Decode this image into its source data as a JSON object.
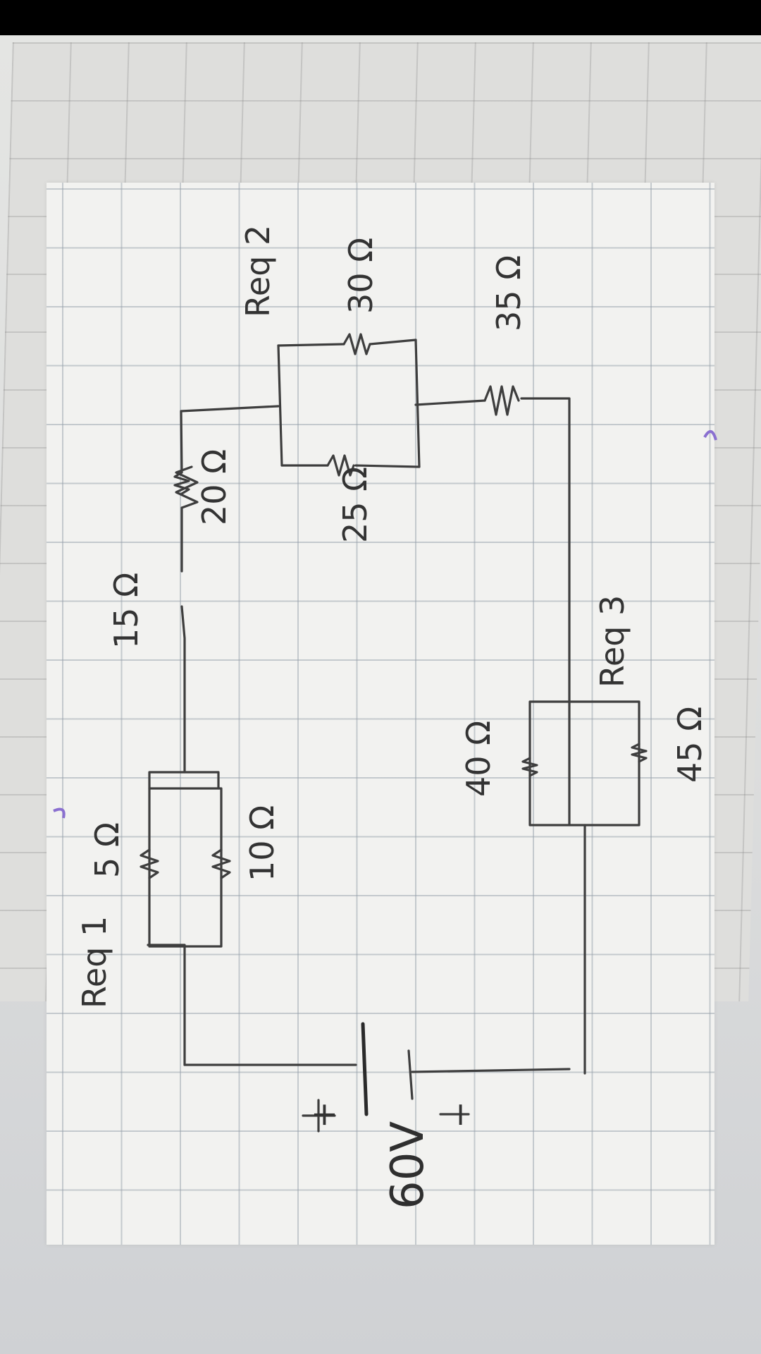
{
  "diagram": {
    "source_voltage": "60V",
    "plus_sign": "+",
    "minus_sign": "−",
    "labels": {
      "req1": "Req 1",
      "req2": "Req 2",
      "req3": "Req 3"
    },
    "resistors": {
      "r5": "5 Ω",
      "r10": "10 Ω",
      "r15": "15 Ω",
      "r20": "20 Ω",
      "r25": "25 Ω",
      "r30": "30 Ω",
      "r35": "35 Ω",
      "r40": "40 Ω",
      "r45": "45 Ω"
    }
  },
  "colors": {
    "ink": "#3e3e3e",
    "paper": "#f2f2f0",
    "grid": "#96a0aa",
    "purple_pen": "#8a6fd0"
  }
}
